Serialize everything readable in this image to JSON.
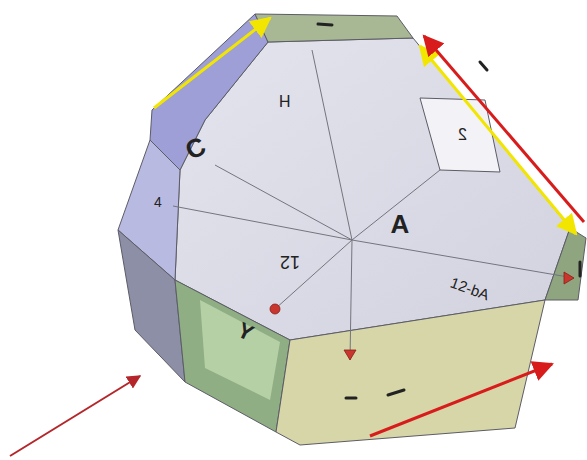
{
  "diagram": {
    "labels": [
      "H",
      "2",
      "A",
      "C",
      "4",
      "12",
      "12-bA",
      "Y"
    ]
  }
}
